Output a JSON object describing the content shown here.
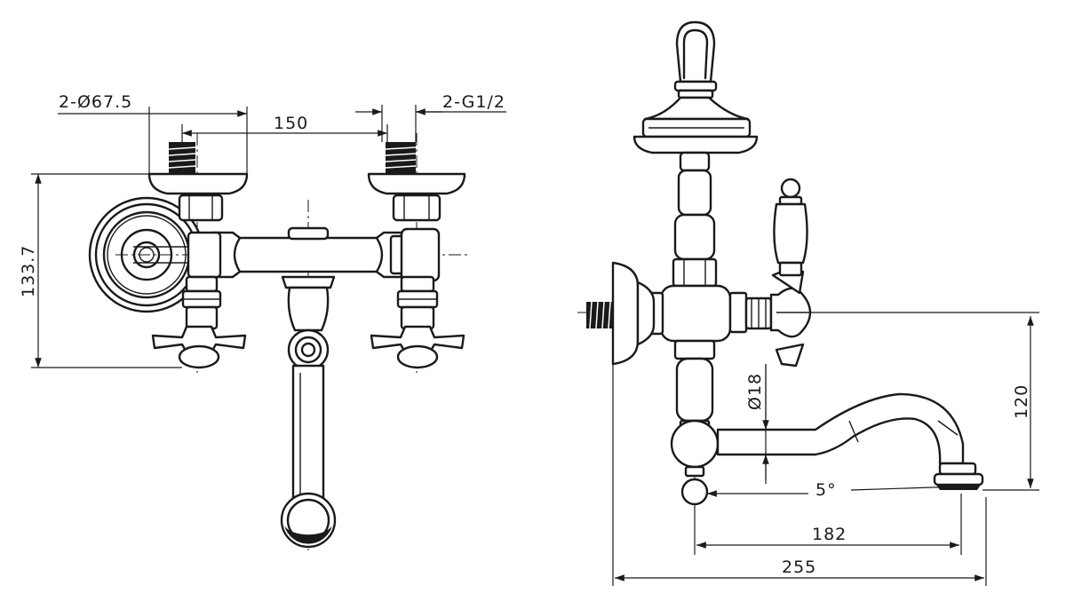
{
  "front_view": {
    "label_inlet_diameter": "2-Ø67.5",
    "label_thread": "2-G1/2",
    "dim_center_distance": "150",
    "dim_height": "133.7"
  },
  "side_view": {
    "dim_spout_diameter": "Ø18",
    "dim_outlet_height": "120",
    "dim_angle": "5°",
    "dim_spout_reach": "182",
    "dim_total_reach": "255"
  },
  "colors": {
    "line": "#1a1a1a",
    "background": "#ffffff"
  }
}
